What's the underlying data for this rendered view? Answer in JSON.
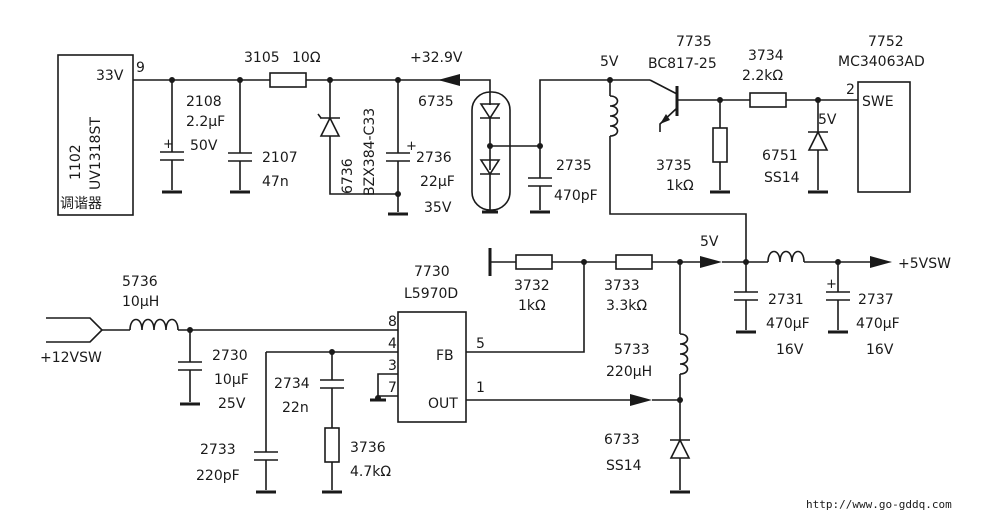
{
  "tuner": {
    "ref": "1102",
    "part": "UV1318ST",
    "name": "调谐器",
    "pin_voltage": "33V",
    "pin": "9"
  },
  "components": {
    "c2108": {
      "ref": "2108",
      "value": "2.2μF",
      "rating": "50V"
    },
    "r3105": {
      "ref": "3105",
      "value": "10Ω"
    },
    "c2107": {
      "ref": "2107",
      "value": "47n"
    },
    "d6736": {
      "ref": "6736",
      "part": "BZX384-C33"
    },
    "c2736": {
      "ref": "2736",
      "value": "22μF",
      "rating": "35V"
    },
    "d6735": {
      "ref": "6735"
    },
    "c2735": {
      "ref": "2735",
      "value": "470pF"
    },
    "q7735": {
      "ref": "7735",
      "part": "BC817-25"
    },
    "r3735": {
      "ref": "3735",
      "value": "1kΩ"
    },
    "r3734": {
      "ref": "3734",
      "value": "2.2kΩ"
    },
    "d6751": {
      "ref": "6751",
      "part": "SS14"
    },
    "u7752": {
      "ref": "7752",
      "part": "MC34063AD",
      "pin": "2",
      "pin_label": "SWE"
    },
    "l5736": {
      "ref": "5736",
      "value": "10μH"
    },
    "c2730": {
      "ref": "2730",
      "value": "10μF",
      "rating": "25V"
    },
    "u7730": {
      "ref": "7730",
      "part": "L5970D",
      "pins": [
        "8",
        "4",
        "3",
        "7",
        "5",
        "1"
      ],
      "fb": "FB",
      "out": "OUT"
    },
    "c2734": {
      "ref": "2734",
      "value": "22n"
    },
    "c2733": {
      "ref": "2733",
      "value": "220pF"
    },
    "r3736": {
      "ref": "3736",
      "value": "4.7kΩ"
    },
    "r3732": {
      "ref": "3732",
      "value": "1kΩ"
    },
    "r3733": {
      "ref": "3733",
      "value": "3.3kΩ"
    },
    "l5733": {
      "ref": "5733",
      "value": "220μH"
    },
    "d6733": {
      "ref": "6733",
      "part": "SS14"
    },
    "c2731": {
      "ref": "2731",
      "value": "470μF",
      "rating": "16V"
    },
    "c2737": {
      "ref": "2737",
      "value": "470μF",
      "rating": "16V"
    }
  },
  "nets": {
    "v329": "+32.9V",
    "v5_top": "5V",
    "v5_sw": "5V",
    "v5_mid": "5V",
    "out_5vsw": "+5VSW",
    "in_12vsw": "+12VSW"
  },
  "watermark": "http://www.go-gddq.com"
}
